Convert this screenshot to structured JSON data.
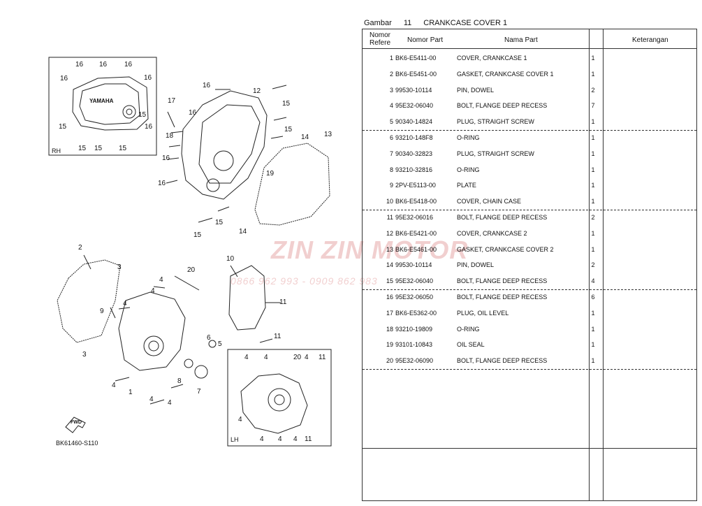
{
  "header": {
    "label": "Gambar",
    "number": "11",
    "title": "CRANKCASE COVER 1"
  },
  "table": {
    "columns": {
      "ref_line1": "Nomor",
      "ref_line2": "Refere",
      "part": "Nomor Part",
      "name": "Nama Part",
      "remark": "Keterangan"
    },
    "rows": [
      {
        "no": "1",
        "part": "BK6-E5411-00",
        "name": "COVER, CRANKCASE 1",
        "qty": "1"
      },
      {
        "no": "2",
        "part": "BK6-E5451-00",
        "name": "GASKET, CRANKCASE COVER 1",
        "qty": "1"
      },
      {
        "no": "3",
        "part": "99530-10114",
        "name": "PIN, DOWEL",
        "qty": "2"
      },
      {
        "no": "4",
        "part": "95E32-06040",
        "name": "BOLT, FLANGE DEEP RECESS",
        "qty": "7"
      },
      {
        "no": "5",
        "part": "90340-14824",
        "name": "PLUG, STRAIGHT SCREW",
        "qty": "1"
      },
      {
        "no": "6",
        "part": "93210-148F8",
        "name": "O-RING",
        "qty": "1"
      },
      {
        "no": "7",
        "part": "90340-32823",
        "name": "PLUG, STRAIGHT SCREW",
        "qty": "1"
      },
      {
        "no": "8",
        "part": "93210-32816",
        "name": "O-RING",
        "qty": "1"
      },
      {
        "no": "9",
        "part": "2PV-E5113-00",
        "name": "PLATE",
        "qty": "1"
      },
      {
        "no": "10",
        "part": "BK6-E5418-00",
        "name": "COVER, CHAIN CASE",
        "qty": "1"
      },
      {
        "no": "11",
        "part": "95E32-06016",
        "name": "BOLT, FLANGE DEEP RECESS",
        "qty": "2"
      },
      {
        "no": "12",
        "part": "BK6-E5421-00",
        "name": "COVER, CRANKCASE 2",
        "qty": "1"
      },
      {
        "no": "13",
        "part": "BK6-E5461-00",
        "name": "GASKET, CRANKCASE COVER 2",
        "qty": "1"
      },
      {
        "no": "14",
        "part": "99530-10114",
        "name": "PIN, DOWEL",
        "qty": "2"
      },
      {
        "no": "15",
        "part": "95E32-06040",
        "name": "BOLT, FLANGE DEEP RECESS",
        "qty": "4"
      },
      {
        "no": "16",
        "part": "95E32-06050",
        "name": "BOLT, FLANGE DEEP RECESS",
        "qty": "6"
      },
      {
        "no": "17",
        "part": "BK6-E5362-00",
        "name": "PLUG, OIL LEVEL",
        "qty": "1"
      },
      {
        "no": "18",
        "part": "93210-19809",
        "name": "O-RING",
        "qty": "1"
      },
      {
        "no": "19",
        "part": "93101-10843",
        "name": "OIL SEAL",
        "qty": "1"
      },
      {
        "no": "20",
        "part": "95E32-06090",
        "name": "BOLT, FLANGE DEEP RECESS",
        "qty": "1"
      }
    ]
  },
  "diagram": {
    "rh": "RH",
    "lh": "LH",
    "brand": "YAMAHA",
    "fwd": "FWD",
    "figure_code": "BK61460-S110",
    "callouts": [
      "16",
      "16",
      "16",
      "16",
      "16",
      "15",
      "15",
      "15",
      "15",
      "15",
      "16",
      "17",
      "18",
      "16",
      "16",
      "16",
      "16",
      "12",
      "15",
      "15",
      "14",
      "13",
      "19",
      "15",
      "14",
      "15",
      "2",
      "3",
      "9",
      "3",
      "4",
      "4",
      "4",
      "20",
      "10",
      "11",
      "11",
      "6",
      "5",
      "8",
      "7",
      "4",
      "1",
      "4",
      "4",
      "20",
      "4",
      "11",
      "4",
      "4",
      "4",
      "4",
      "11",
      "4",
      "4"
    ]
  },
  "watermark": {
    "brand": "ZIN ZIN MOTOR",
    "phone": "0866 962 993 - 0909 862 983"
  },
  "colors": {
    "watermark": "#e6a9a9",
    "line": "#333333"
  }
}
